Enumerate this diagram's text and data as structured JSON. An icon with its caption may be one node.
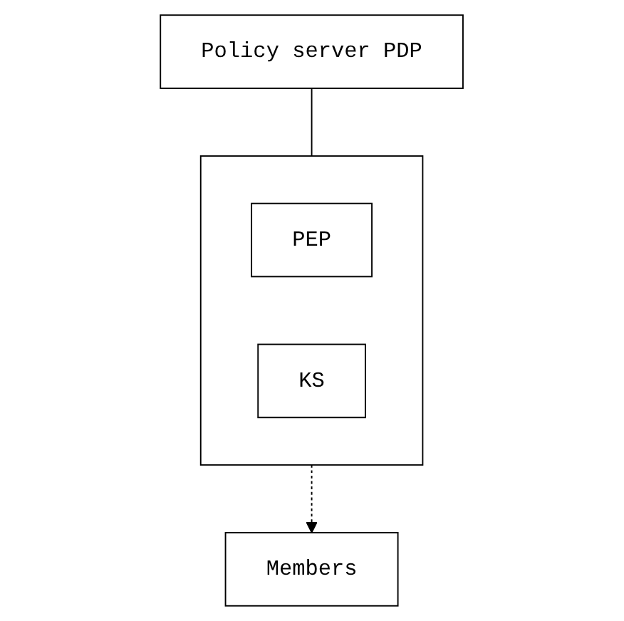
{
  "diagram": {
    "nodes": [
      {
        "text": [
          "Policy server PDP"
        ]
      },
      {
        "text": [],
        "shape": "box"
      },
      {
        "text": [
          "PEP"
        ],
        "in": 1
      },
      {
        "text": [
          "KS"
        ],
        "in": 1
      },
      {
        "text": [
          "Members"
        ]
      }
    ],
    "edges": [
      {
        "from": 0,
        "to": 1,
        "arrow": "none"
      },
      {
        "from": 1,
        "to": 4,
        "arrow": "to",
        "style": "dashed"
      }
    ]
  }
}
